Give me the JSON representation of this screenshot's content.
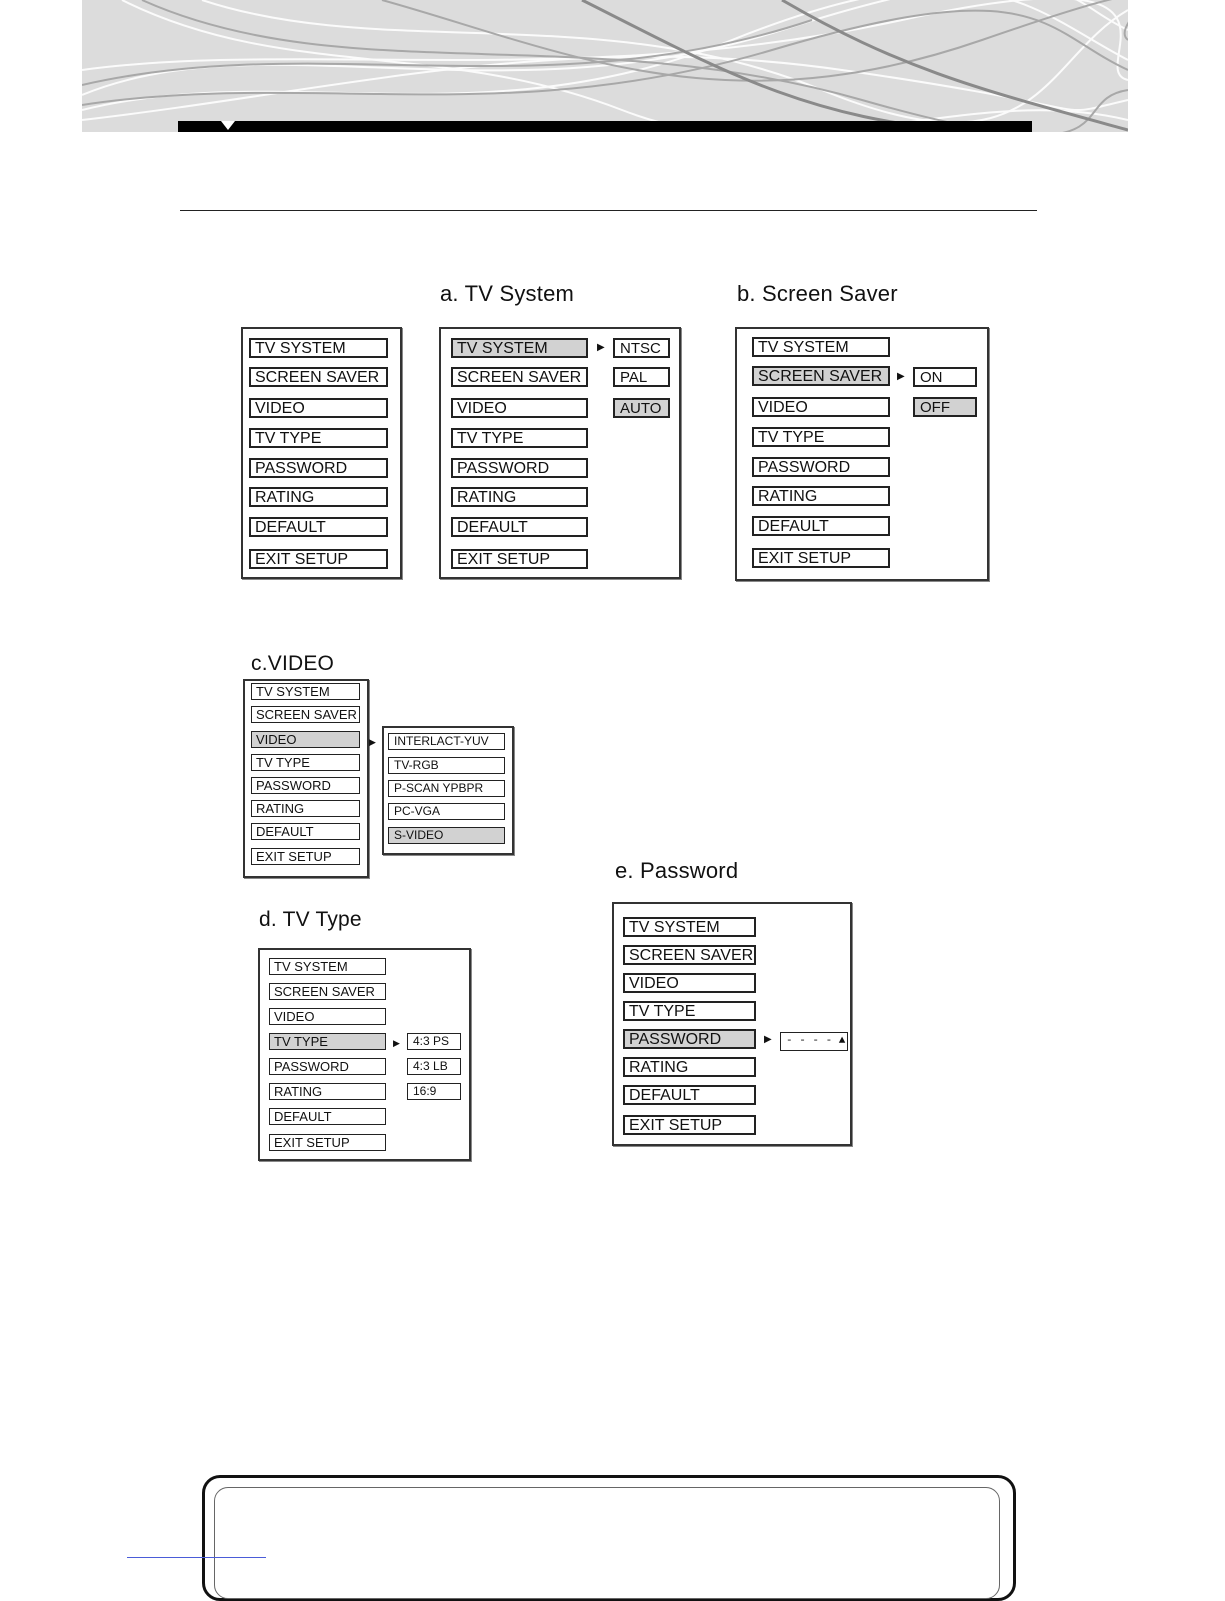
{
  "captions": {
    "a": "a. TV System",
    "b": "b. Screen  Saver",
    "c": "c.VIDEO",
    "d": "d. TV  Type",
    "e": "e. Password"
  },
  "menu": {
    "items": [
      "TV  SYSTEM",
      "SCREEN SAVER",
      "VIDEO",
      "TV  TYPE",
      "PASSWORD",
      "RATING",
      "DEFAULT",
      "EXIT  SETUP"
    ]
  },
  "submenus": {
    "tv_system": [
      "NTSC",
      "PAL",
      "AUTO"
    ],
    "screen_saver": [
      "ON",
      "OFF"
    ],
    "video": [
      "INTERLACT-YUV",
      "TV-RGB",
      "P-SCAN YPBPR",
      "PC-VGA",
      "S-VIDEO"
    ],
    "tv_type": [
      "4:3 PS",
      "4:3 LB",
      "16:9"
    ],
    "password": "- - - - ▲"
  },
  "arrow_glyph": "▶"
}
